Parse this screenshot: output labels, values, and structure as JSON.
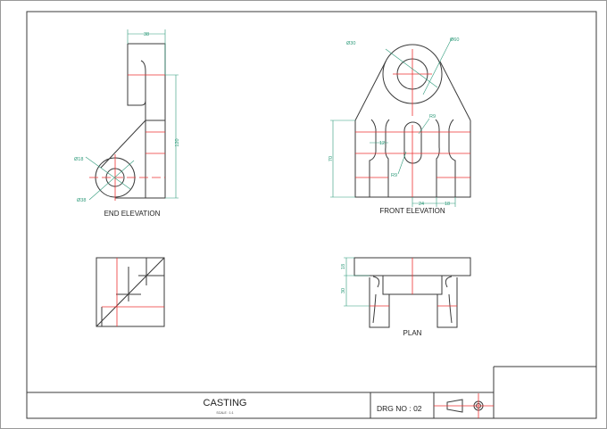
{
  "drawing": {
    "views": {
      "end_elevation": {
        "label": "END ELEVATION",
        "dims": {
          "width": "38",
          "height": "120",
          "inner_dia": "Ø18",
          "outer_dia": "Ø38"
        }
      },
      "front_elevation": {
        "label": "FRONT ELEVATION",
        "dims": {
          "inner_dia": "Ø30",
          "outer_dia": "Ø60",
          "radius_top": "R9",
          "radius_bottom": "R9",
          "slot_width": "12",
          "height": "70",
          "center_width": "24",
          "side_width": "18"
        }
      },
      "plan": {
        "label": "PLAN",
        "dims": {
          "top": "18",
          "bottom": "30"
        }
      }
    },
    "title_block": {
      "title": "CASTING",
      "scale": "SCALE  :  1:1",
      "drawing_number": "DRG NO : 02"
    },
    "colors": {
      "outline": "#3a3a3a",
      "centerline": "#ee3333",
      "dimension": "#2e9a7a"
    }
  }
}
